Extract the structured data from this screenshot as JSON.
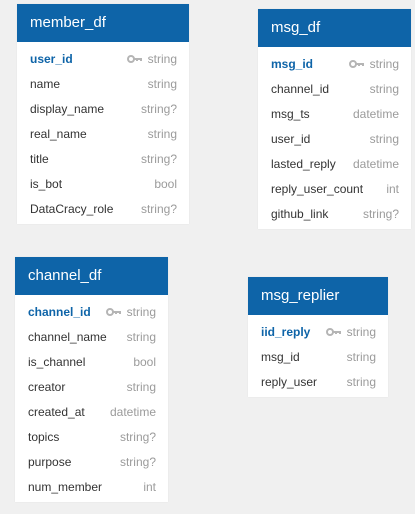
{
  "colors": {
    "background": "#f0f0f0",
    "header": "#0e64a8",
    "primary_key_text": "#0e64a8",
    "field_text": "#333333",
    "type_text": "#9b9b9b",
    "key_icon": "#b5b5b5"
  },
  "tables": {
    "member_df": {
      "title": "member_df",
      "fields": [
        {
          "name": "user_id",
          "type": "string",
          "pk": true,
          "icon": "key-icon"
        },
        {
          "name": "name",
          "type": "string"
        },
        {
          "name": "display_name",
          "type": "string?"
        },
        {
          "name": "real_name",
          "type": "string"
        },
        {
          "name": "title",
          "type": "string?"
        },
        {
          "name": "is_bot",
          "type": "bool"
        },
        {
          "name": "DataCracy_role",
          "type": "string?"
        }
      ]
    },
    "msg_df": {
      "title": "msg_df",
      "fields": [
        {
          "name": "msg_id",
          "type": "string",
          "pk": true,
          "icon": "key-icon"
        },
        {
          "name": "channel_id",
          "type": "string"
        },
        {
          "name": "msg_ts",
          "type": "datetime"
        },
        {
          "name": "user_id",
          "type": "string"
        },
        {
          "name": "lasted_reply",
          "type": "datetime"
        },
        {
          "name": "reply_user_count",
          "type": "int"
        },
        {
          "name": "github_link",
          "type": "string?"
        }
      ]
    },
    "channel_df": {
      "title": "channel_df",
      "fields": [
        {
          "name": "channel_id",
          "type": "string",
          "pk": true,
          "icon": "key-icon"
        },
        {
          "name": "channel_name",
          "type": "string"
        },
        {
          "name": "is_channel",
          "type": "bool"
        },
        {
          "name": "creator",
          "type": "string"
        },
        {
          "name": "created_at",
          "type": "datetime"
        },
        {
          "name": "topics",
          "type": "string?"
        },
        {
          "name": "purpose",
          "type": "string?"
        },
        {
          "name": "num_member",
          "type": "int"
        }
      ]
    },
    "msg_replier": {
      "title": "msg_replier",
      "fields": [
        {
          "name": "iid_reply",
          "type": "string",
          "pk": true,
          "icon": "key-icon"
        },
        {
          "name": "msg_id",
          "type": "string"
        },
        {
          "name": "reply_user",
          "type": "string"
        }
      ]
    }
  }
}
